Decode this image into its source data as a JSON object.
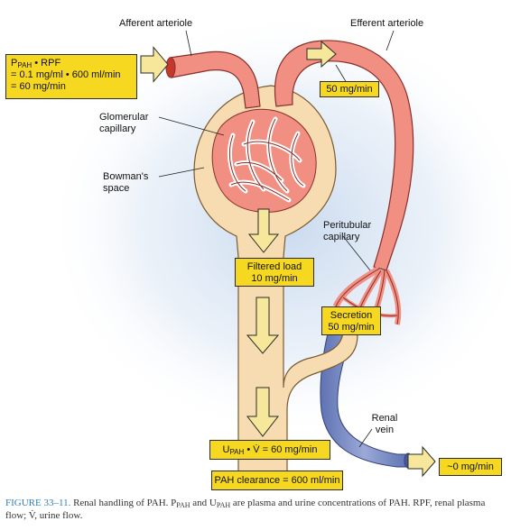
{
  "labels": {
    "afferent_arteriole": "Afferent arteriole",
    "efferent_arteriole": "Efferent arteriole",
    "glomerular_capillary_1": "Glomerular",
    "glomerular_capillary_2": "capillary",
    "bowmans_space_1": "Bowman's",
    "bowmans_space_2": "space",
    "peritubular_capillary_1": "Peritubular",
    "peritubular_capillary_2": "capillary",
    "renal_vein_1": "Renal",
    "renal_vein_2": "vein"
  },
  "boxes": {
    "input": {
      "p": "P",
      "p_sub": "PAH",
      "rest": " • RPF",
      "line2": "= 0.1 mg/ml • 600 ml/min",
      "line3": "= 60 mg/min"
    },
    "efferent_amount": "50 mg/min",
    "filtered_load_1": "Filtered load",
    "filtered_load_2": "10 mg/min",
    "secretion_1": "Secretion",
    "secretion_2": "50 mg/min",
    "urine": {
      "u": "U",
      "u_sub": "PAH",
      "rest": " • V̇ = 60 mg/min"
    },
    "clearance": "PAH clearance = 600 ml/min",
    "venous_out": "~0 mg/min"
  },
  "caption": {
    "figure_number": "FIGURE 33–11.",
    "text1": " Renal handling of PAH. P",
    "sub1": "PAH",
    "text2": " and U",
    "sub2": "PAH",
    "text3": " are plasma and urine concentrations of PAH. RPF, renal plasma flow; V̇, urine flow."
  },
  "colors": {
    "vessel": "#f08f82",
    "vessel_edge": "#8a2e2a",
    "tubule": "#f6dcb0",
    "tubule_edge": "#7a5a30",
    "vein": "#7d8fc6",
    "box": "#f6d820",
    "arrow": "#f6e79a"
  }
}
